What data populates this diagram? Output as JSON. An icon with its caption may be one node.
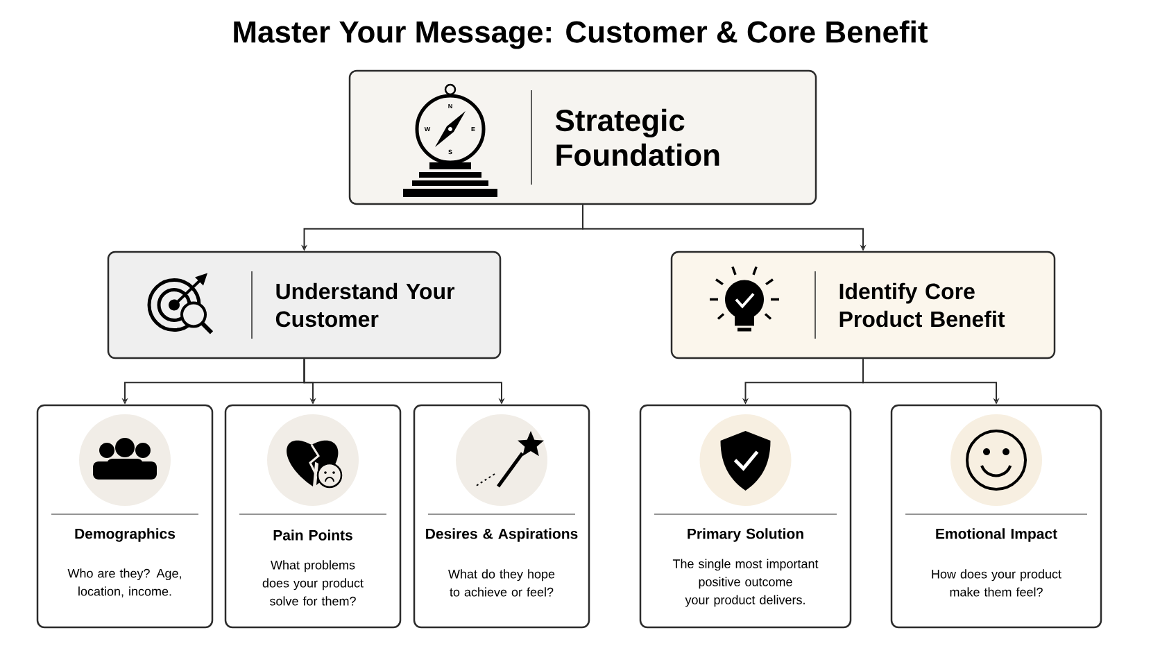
{
  "diagram": {
    "title": "Master Your Message: Customer & Core Benefit",
    "nodes": [
      {
        "text": [
          "Strategic Foundation"
        ]
      },
      {
        "text": [
          "Understand Your Customer"
        ]
      },
      {
        "text": [
          "Identify Core Product Benefit"
        ]
      },
      {
        "text": [
          "Demographics",
          "Who are they? Age, location, income."
        ]
      },
      {
        "text": [
          "Pain Points",
          "What problems does your product solve for them?"
        ]
      },
      {
        "text": [
          "Desires & Aspirations",
          "What do they hope to achieve or feel?"
        ]
      },
      {
        "text": [
          "Primary Solution",
          "The single most important positive outcome your product delivers."
        ]
      },
      {
        "text": [
          "Emotional Impact",
          "How does your product make them feel?"
        ]
      }
    ],
    "edges": [
      {
        "from": 0,
        "to": 1,
        "arrow": "to"
      },
      {
        "from": 0,
        "to": 2,
        "arrow": "to"
      },
      {
        "from": 1,
        "to": 3,
        "arrow": "to"
      },
      {
        "from": 1,
        "to": 4,
        "arrow": "to"
      },
      {
        "from": 1,
        "to": 5,
        "arrow": "to"
      },
      {
        "from": 2,
        "to": 6,
        "arrow": "to"
      },
      {
        "from": 2,
        "to": 7,
        "arrow": "to"
      }
    ],
    "labels": [
      "N",
      "E",
      "S",
      "W"
    ]
  }
}
